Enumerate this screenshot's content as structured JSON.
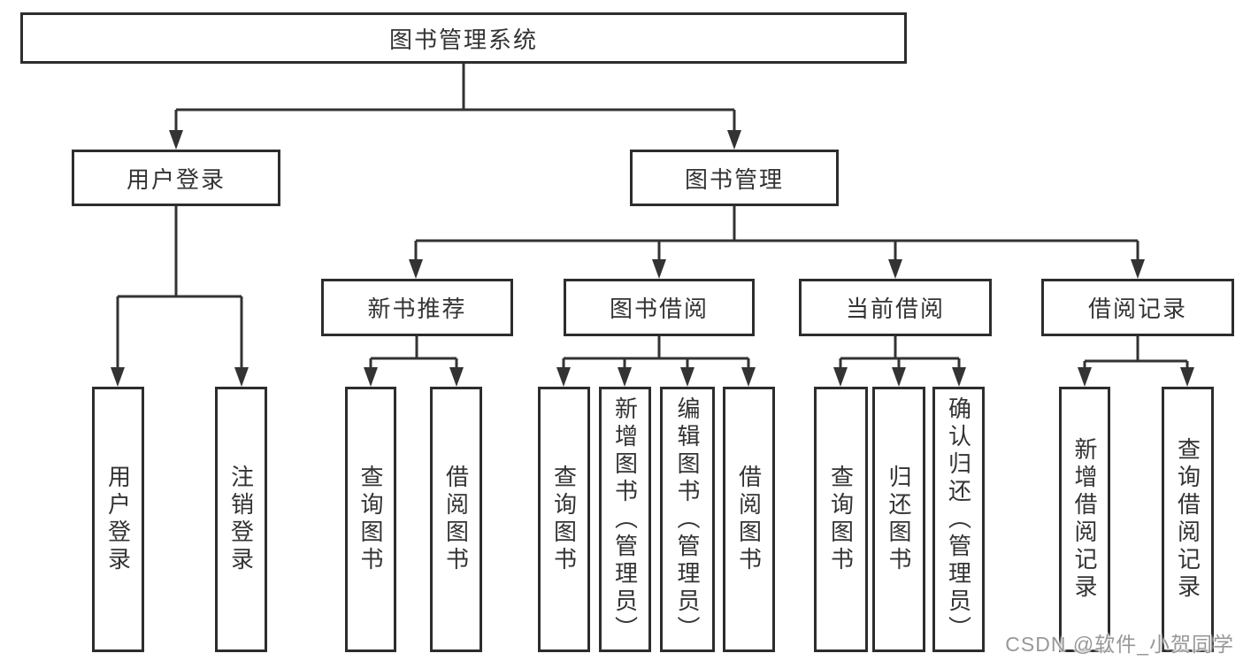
{
  "tree": {
    "root": "图书管理系统",
    "children": [
      {
        "label": "用户登录",
        "children": [
          "用户登录",
          "注销登录"
        ]
      },
      {
        "label": "图书管理",
        "children": [
          {
            "label": "新书推荐",
            "children": [
              "查询图书",
              "借阅图书"
            ]
          },
          {
            "label": "图书借阅",
            "children": [
              "查询图书",
              "新增图书（管理员）",
              "编辑图书（管理员）",
              "借阅图书"
            ]
          },
          {
            "label": "当前借阅",
            "children": [
              "查询图书",
              "归还图书",
              "确认归还（管理员）"
            ]
          },
          {
            "label": "借阅记录",
            "children": [
              "新增借阅记录",
              "查询借阅记录"
            ]
          }
        ]
      }
    ]
  },
  "watermark": {
    "text": "CSDN @软件_小贺同学"
  },
  "colors": {
    "line": "#333333",
    "box_border": "#2d2d2d",
    "text": "#333333",
    "watermark_text": "#989898",
    "background": "#ffffff"
  }
}
